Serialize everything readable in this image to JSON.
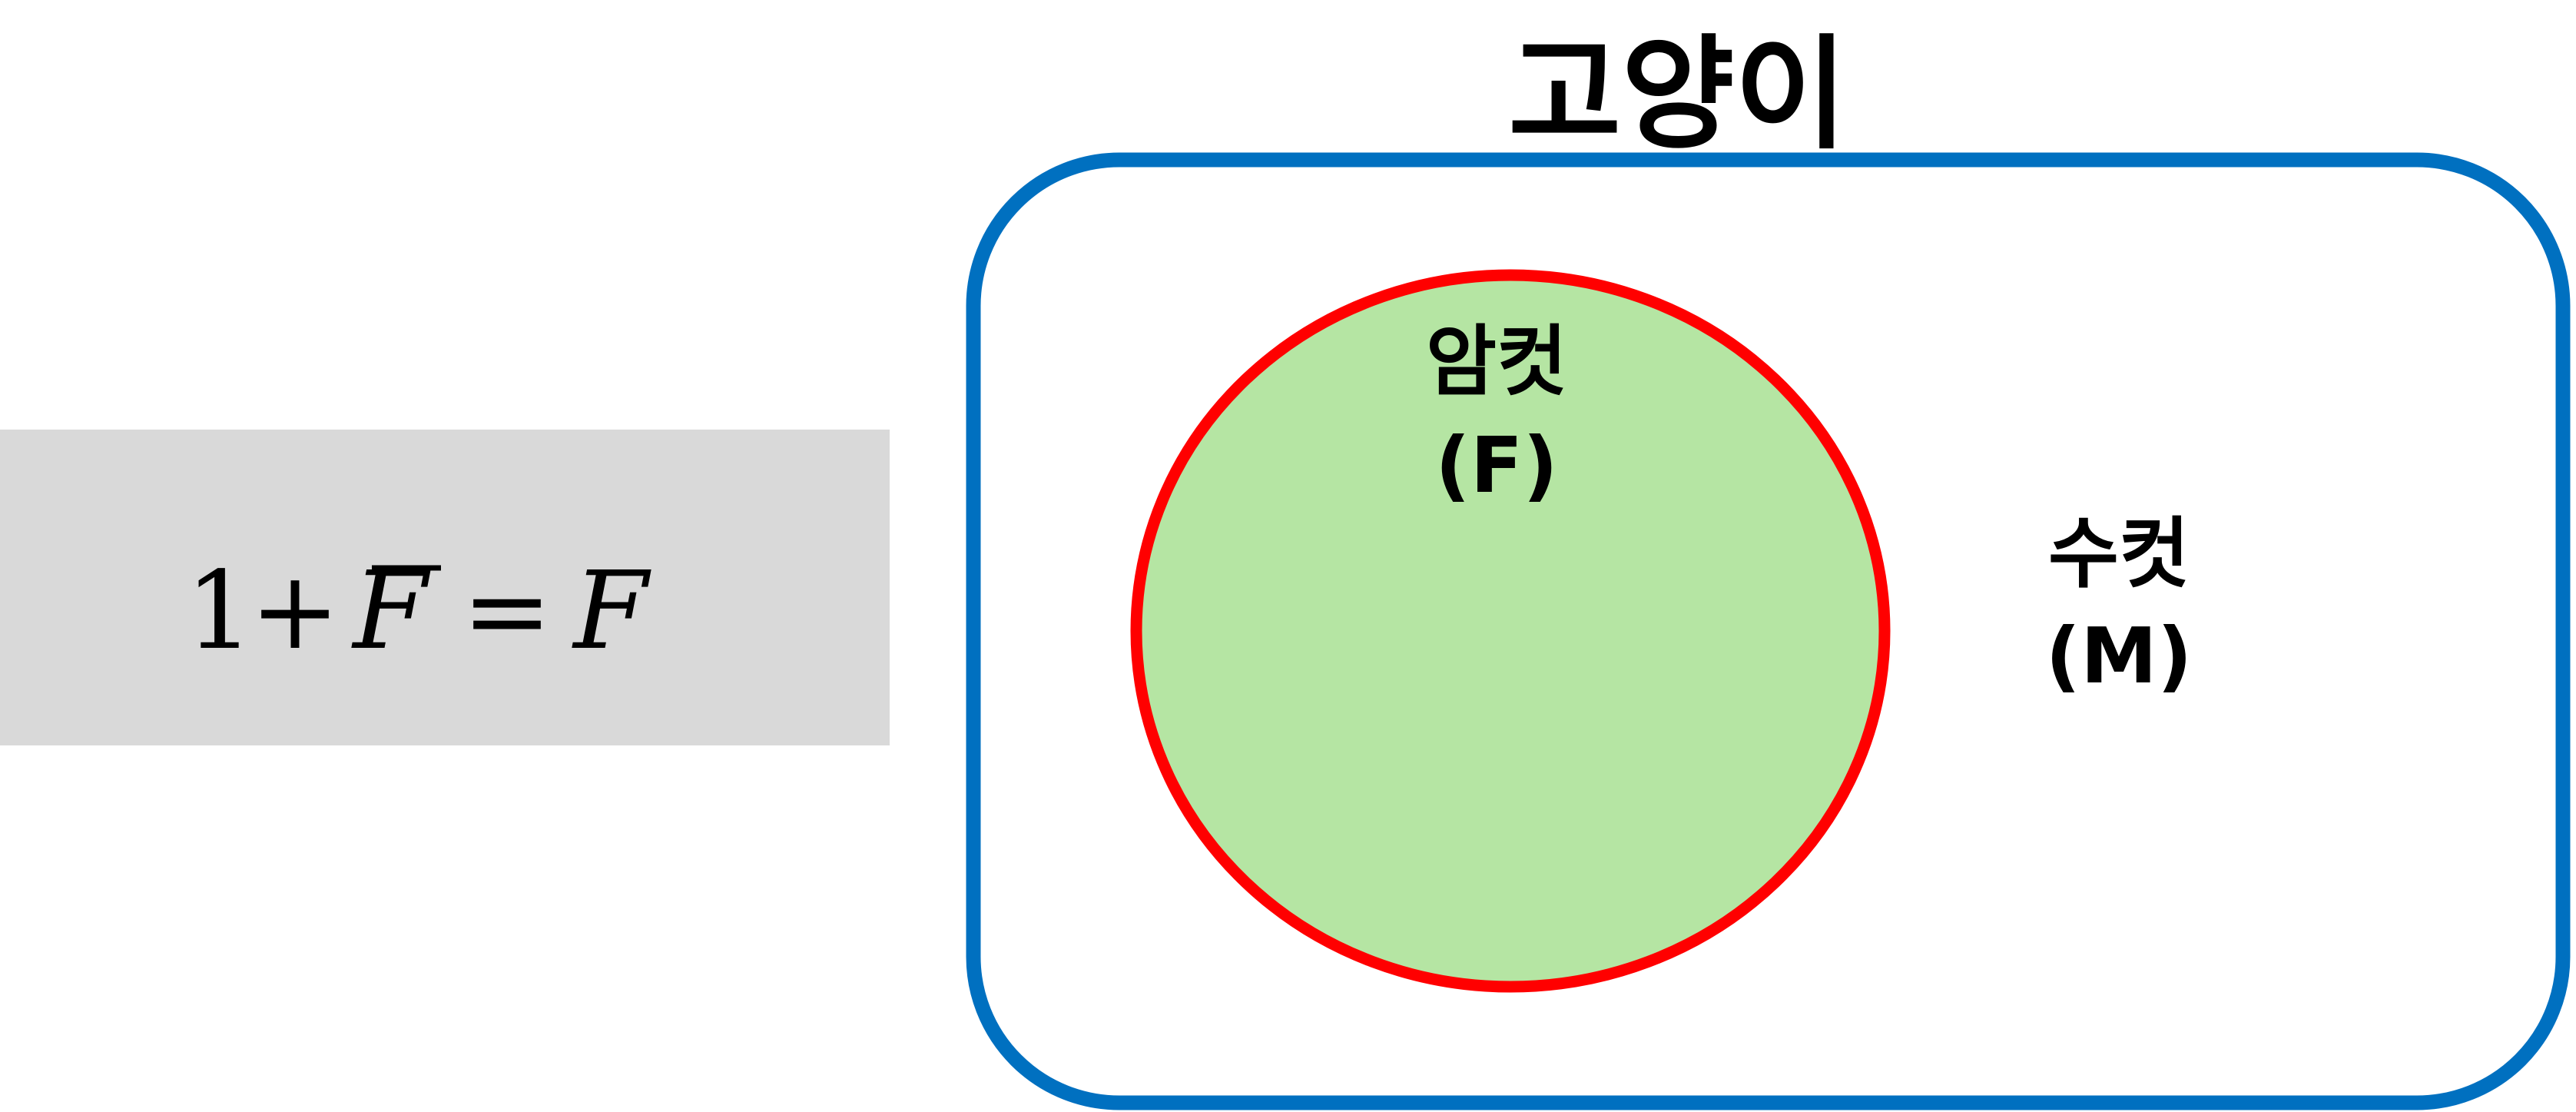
{
  "formula": {
    "one": "1",
    "plus": "+",
    "f_left": "F",
    "equals": "=",
    "f_right": "F",
    "background_color": "#d9d9d9"
  },
  "universe": {
    "label": "고양이",
    "border_color": "#0070c0"
  },
  "subset": {
    "label_line1": "암컷",
    "label_line2": "(F)",
    "fill_color": "#b5e5a3",
    "border_color": "#ff0000"
  },
  "complement": {
    "label_line1": "수컷",
    "label_line2": "(M)"
  }
}
